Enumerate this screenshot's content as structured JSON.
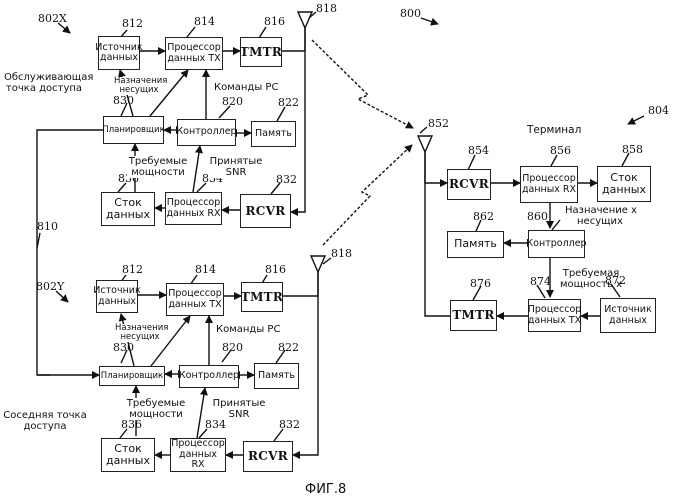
{
  "diagram": {
    "figure_caption": "ФИГ.8",
    "system_ref": "800",
    "ap1": {
      "ref": "802X",
      "caption": [
        "Обслуживающая",
        "точка доступа"
      ],
      "blocks": {
        "data_source": {
          "ref": "812",
          "label": [
            "Источник",
            "данных"
          ]
        },
        "tx_proc": {
          "ref": "814",
          "label": [
            "Процессор",
            "данных TX"
          ]
        },
        "tmtr": {
          "ref": "816",
          "label": "TMTR"
        },
        "antenna": {
          "ref": "818"
        },
        "scheduler": {
          "ref": "830",
          "label": "Планировщик"
        },
        "controller": {
          "ref": "820",
          "label": "Контроллер"
        },
        "memory": {
          "ref": "822",
          "label": "Память"
        },
        "data_sink": {
          "ref": "836",
          "label": [
            "Сток",
            "данных"
          ]
        },
        "rx_proc": {
          "ref": "834",
          "label": [
            "Процессор",
            "данных RX"
          ]
        },
        "rcvr": {
          "ref": "832",
          "label": "RCVR"
        }
      },
      "signals": {
        "assignment": [
          "Назначения",
          "несущих"
        ],
        "pc_commands": "Команды PC",
        "req_power": [
          "Требуемые",
          "мощности"
        ],
        "recv_snr": [
          "Принятые",
          "SNR"
        ]
      }
    },
    "backhaul_ref": "810",
    "ap2": {
      "ref": "802Y",
      "caption": [
        "Соседняя точка",
        "доступа"
      ],
      "blocks": {
        "data_source": {
          "ref": "812",
          "label": [
            "Источник",
            "данных"
          ]
        },
        "tx_proc": {
          "ref": "814",
          "label": [
            "Процессор",
            "данных TX"
          ]
        },
        "tmtr": {
          "ref": "816",
          "label": "TMTR"
        },
        "antenna": {
          "ref": "818"
        },
        "scheduler": {
          "ref": "830",
          "label": "Планировщик"
        },
        "controller": {
          "ref": "820",
          "label": "Контроллер"
        },
        "memory": {
          "ref": "822",
          "label": "Память"
        },
        "data_sink": {
          "ref": "836",
          "label": [
            "Сток",
            "данных"
          ]
        },
        "rx_proc": {
          "ref": "834",
          "label": [
            "Процессор",
            "данных RX"
          ]
        },
        "rcvr": {
          "ref": "832",
          "label": "RCVR"
        }
      },
      "signals": {
        "assignment": [
          "Назначения",
          "несущих"
        ],
        "pc_commands": "Команды PC",
        "req_power": [
          "Требуемые",
          "мощности"
        ],
        "recv_snr": [
          "Принятые",
          "SNR"
        ]
      }
    },
    "terminal": {
      "ref": "804",
      "caption": "Терминал",
      "antenna": {
        "ref": "852"
      },
      "blocks": {
        "rcvr": {
          "ref": "854",
          "label": "RCVR"
        },
        "rx_proc": {
          "ref": "856",
          "label": [
            "Процессор",
            "данных RX"
          ]
        },
        "data_sink": {
          "ref": "858",
          "label": [
            "Сток",
            "данных"
          ]
        },
        "memory": {
          "ref": "862",
          "label": "Память"
        },
        "controller": {
          "ref": "860",
          "label": "Контроллер"
        },
        "tmtr": {
          "ref": "876",
          "label": "TMTR"
        },
        "tx_proc": {
          "ref": "874",
          "label": [
            "Процессор",
            "данных TX"
          ]
        },
        "data_source": {
          "ref": "872",
          "label": [
            "Источник",
            "данных"
          ]
        }
      },
      "signals": {
        "assignment_x": [
          "Назначение х",
          "несущих"
        ],
        "req_power_x": [
          "Требуемая",
          "мощность х"
        ]
      }
    }
  }
}
